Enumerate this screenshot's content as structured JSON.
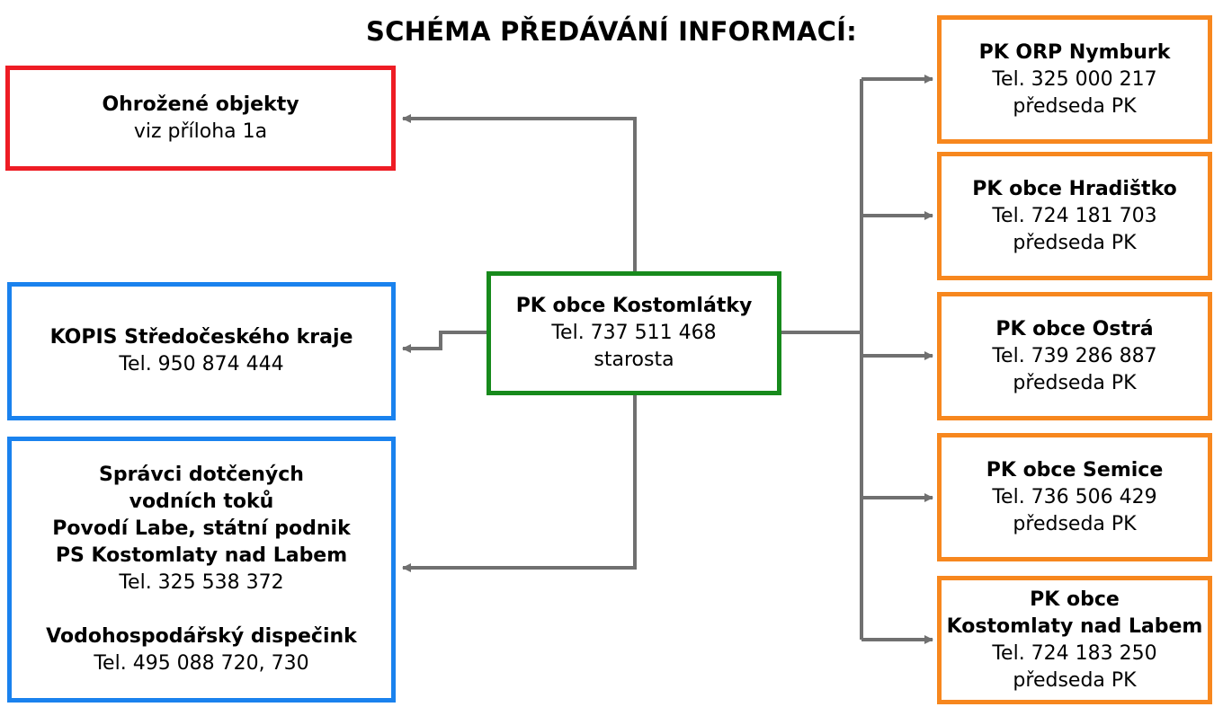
{
  "title": "SCHÉMA PŘEDÁVÁNÍ INFORMACÍ:",
  "colors": {
    "red": "#ee1c24",
    "blue": "#1a82ee",
    "green": "#178a1c",
    "orange": "#f7871e",
    "connector": "#707070"
  },
  "center": {
    "name": "PK obce Kostomlátky",
    "tel": "Tel. 737 511 468",
    "role": "starosta"
  },
  "left": {
    "threatened": {
      "name": "Ohrožené objekty",
      "note": "viz příloha 1a"
    },
    "kopis": {
      "name": "KOPIS Středočeského kraje",
      "tel": "Tel. 950 874 444"
    },
    "water": {
      "line1": "Správci dotčených",
      "line2": "vodních toků",
      "line3": "Povodí Labe, státní podnik",
      "line4": "PS Kostomlaty nad Labem",
      "tel1": "Tel. 325 538 372",
      "dispatch": "Vodohospodářský dispečink",
      "tel2": "Tel. 495 088 720, 730"
    }
  },
  "right": [
    {
      "name": "PK ORP Nymburk",
      "tel": "Tel. 325 000 217",
      "role": "předseda PK"
    },
    {
      "name": "PK obce Hradištko",
      "tel": "Tel. 724 181 703",
      "role": "předseda PK"
    },
    {
      "name": "PK obce Ostrá",
      "tel": "Tel. 739 286 887",
      "role": "předseda PK"
    },
    {
      "name": "PK obce Semice",
      "tel": "Tel. 736 506 429",
      "role": "předseda PK"
    },
    {
      "name_line1": "PK obce",
      "name_line2": "Kostomlaty nad Labem",
      "tel": "Tel. 724 183 250",
      "role": "předseda PK"
    }
  ]
}
